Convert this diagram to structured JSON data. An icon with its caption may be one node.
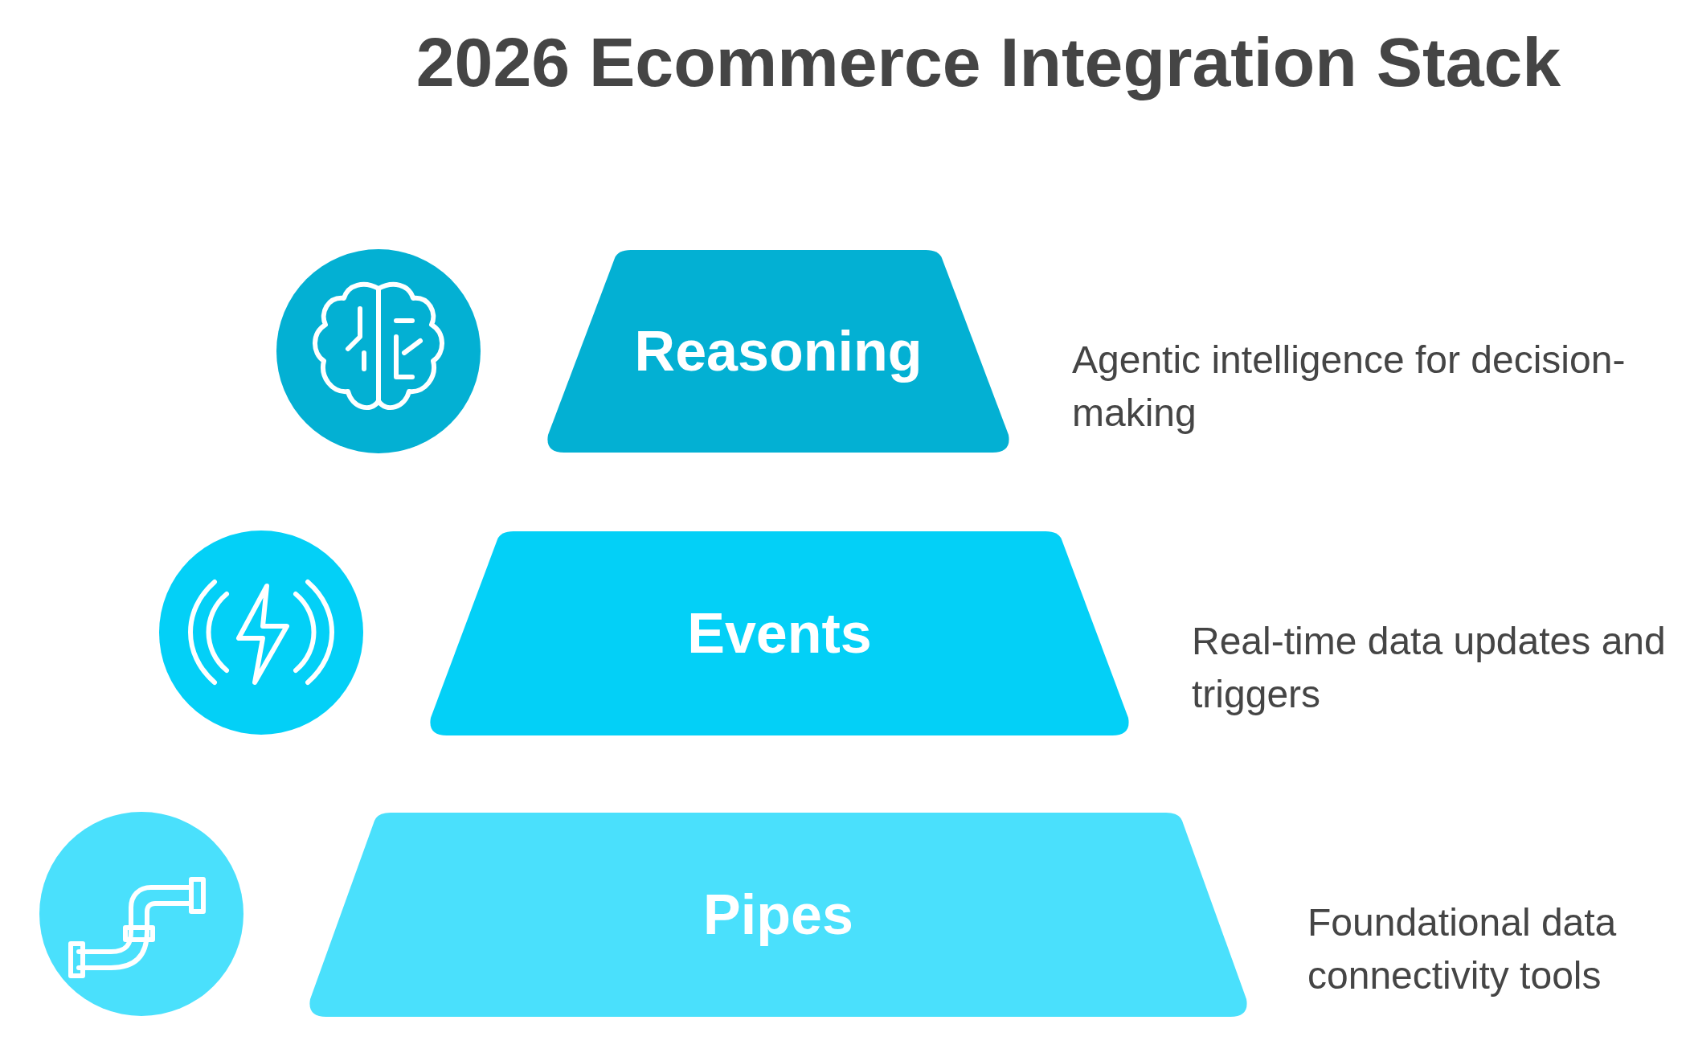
{
  "diagram": {
    "title": "2026 Ecommerce Integration Stack",
    "nodes": [
      {
        "text": [
          "Reasoning"
        ],
        "beside": [
          "Agentic intelligence for decision-making"
        ]
      },
      {
        "text": [
          "Events"
        ],
        "beside": [
          "Real-time data updates and triggers"
        ]
      },
      {
        "text": [
          "Pipes"
        ],
        "beside": [
          "Foundational data connectivity tools"
        ]
      }
    ]
  }
}
